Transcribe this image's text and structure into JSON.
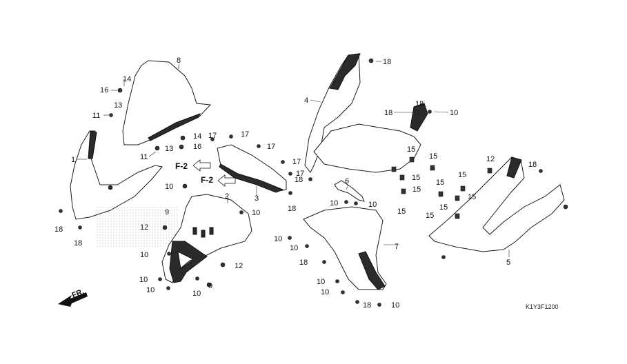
{
  "diagram_code": "K1Y3F1200",
  "front_label": "FR.",
  "ref_label": "F-2",
  "callouts": [
    "1",
    "2",
    "3",
    "4",
    "5",
    "6",
    "7",
    "8",
    "9",
    "9",
    "10",
    "10",
    "10",
    "10",
    "10",
    "10",
    "10",
    "10",
    "10",
    "10",
    "10",
    "10",
    "10",
    "10",
    "11",
    "11",
    "12",
    "12",
    "12",
    "13",
    "13",
    "14",
    "14",
    "15",
    "15",
    "15",
    "15",
    "15",
    "15",
    "15",
    "15",
    "15",
    "15",
    "16",
    "16",
    "17",
    "17",
    "17",
    "17",
    "17",
    "18",
    "18",
    "18",
    "18",
    "18",
    "18",
    "18",
    "18",
    "18",
    "18"
  ]
}
